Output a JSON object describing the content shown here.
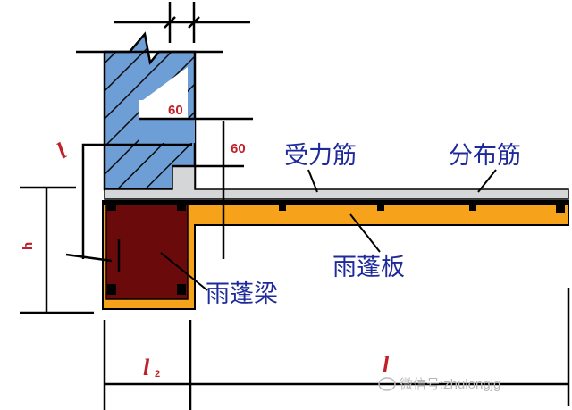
{
  "labels": {
    "main_bar": "受力筋",
    "distribution_bar": "分布筋",
    "canopy_slab": "雨蓬板",
    "canopy_beam": "雨蓬梁"
  },
  "dimensions": {
    "wall_offset": "60",
    "slab_offset": "60",
    "anchor_length": "l",
    "beam_height": "h",
    "beam_width": "l",
    "beam_width_sub": "2",
    "cantilever_length": "l"
  },
  "watermark": "微信号:zhulongjg",
  "colors": {
    "wall": "#6d9fd6",
    "slab_top": "#d4d6d8",
    "slab": "#f6a31b",
    "beam": "#6b0a0a",
    "label": "#1f2a9a",
    "dimension": "#c0202a"
  }
}
